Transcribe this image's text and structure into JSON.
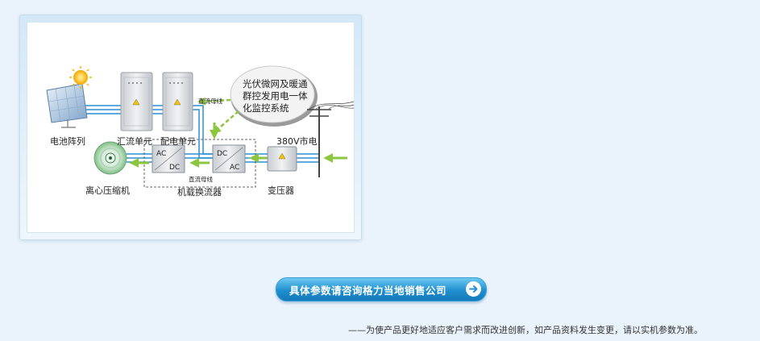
{
  "diagram": {
    "callout": [
      "光伏微网及暖通",
      "群控发用电一体",
      "化监控系统"
    ],
    "labels": {
      "battery": "电池阵列",
      "combiner": "汇流单元",
      "distribution": "配电单元",
      "dc_bus_top": "直流母线",
      "grid": "380V市电",
      "compressor": "离心压缩机",
      "inverter_ac": "AC",
      "inverter_dc": "DC",
      "rectifier_dc": "DC",
      "rectifier_ac": "AC",
      "dc_bus_bottom": "直流母线",
      "converter": "机载换流器",
      "transformer": "变压器"
    },
    "colors": {
      "line": "#2a8fd6",
      "arrow": "#8cc63f",
      "cabinet": "#e2e5e8"
    }
  },
  "button": {
    "label": "具体参数请咨询格力当地销售公司",
    "icon": "arrow-right-icon"
  },
  "footnote": "——为使产品更好地适应客户需求而改进创新，如产品资料发生变更，请以实机参数为准。"
}
